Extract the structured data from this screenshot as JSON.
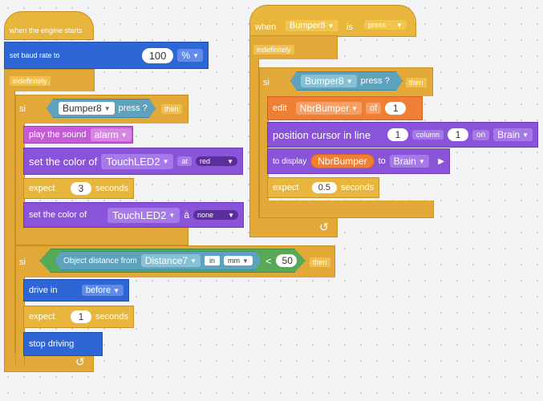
{
  "left_script": {
    "hat_label": "when the engine starts",
    "baud": {
      "label": "set baud rate to",
      "value": "100",
      "unit": "%"
    },
    "forever_label": "indefinitely",
    "if1": {
      "keyword": "si",
      "sensor": "Bumper8",
      "condition": "press ?",
      "then": "then",
      "play_sound": {
        "label": "play the sound",
        "sound": "alarm"
      },
      "set_color1": {
        "label": "set the color of",
        "device": "TouchLED2",
        "prep": "at",
        "color": "red"
      },
      "wait": {
        "label": "expect",
        "value": "3",
        "unit": "seconds"
      },
      "set_color2": {
        "label": "set the color of",
        "device": "TouchLED2",
        "prep": "à",
        "color": "none"
      }
    },
    "if2": {
      "keyword": "si",
      "distance_label": "Object distance from",
      "sensor": "Distance7",
      "in_label": "in",
      "unit": "mm",
      "op": "<",
      "value": "50",
      "then": "then",
      "drive": {
        "label": "drive in",
        "direction": "before"
      },
      "wait": {
        "label": "expect",
        "value": "1",
        "unit": "seconds"
      },
      "stop_label": "stop driving"
    },
    "repeat_icon": "↺"
  },
  "right_script": {
    "when_label": "when",
    "sensor": "Bumper8",
    "is_label": "is",
    "event": "press",
    "forever_label": "indefinitely",
    "if1": {
      "keyword": "si",
      "sensor": "Bumper8",
      "condition": "press ?",
      "then": "then",
      "edit": {
        "label": "edit",
        "variable": "NbrBumper",
        "of_label": "of",
        "value": "1"
      },
      "cursor": {
        "label": "position cursor in line",
        "line": "1",
        "column_label": "column",
        "column": "1",
        "on_label": "on",
        "target": "Brain"
      },
      "print": {
        "label": "to display",
        "variable": "NbrBumper",
        "to_label": "to",
        "target": "Brain"
      },
      "wait": {
        "label": "expect",
        "value": "0.5",
        "unit": "seconds"
      }
    },
    "repeat_icon": "↺"
  },
  "colors": {
    "control": "#e2a838",
    "looks": "#8a54d8",
    "drive": "#2f66d6",
    "variables": "#ef7f35",
    "sensing": "#5fa2bd",
    "operators": "#57a957",
    "sound": "#c55bd6"
  }
}
